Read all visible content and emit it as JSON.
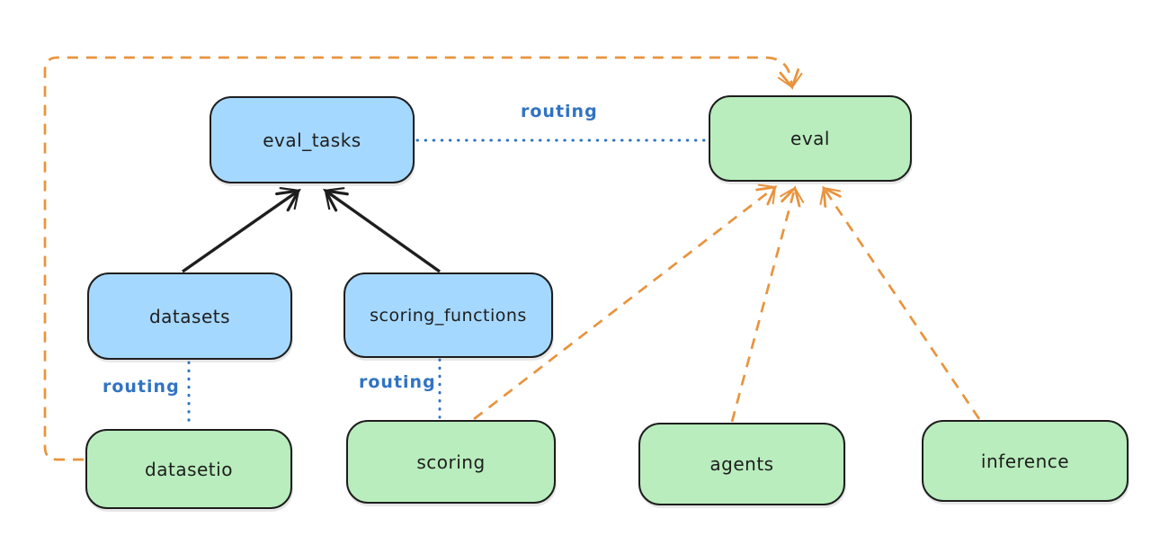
{
  "diagram": {
    "description": "Hand-drawn style architecture diagram showing eval-related APIs (blue) routed to provider implementations (green)",
    "colors": {
      "background": "#ffffff",
      "blue_node_fill": "#a5d8ff",
      "green_node_fill": "#b9edbd",
      "node_stroke": "#1e1e1e",
      "solid_arrow": "#1e1e1e",
      "dashed_arrow_orange": "#e8943e",
      "routing_label_blue": "#3173c2"
    },
    "nodes": [
      {
        "id": "eval_tasks",
        "label": "eval_tasks",
        "kind": "blue"
      },
      {
        "id": "eval",
        "label": "eval",
        "kind": "green"
      },
      {
        "id": "datasets",
        "label": "datasets",
        "kind": "blue"
      },
      {
        "id": "scoring_functions",
        "label": "scoring_functions",
        "kind": "blue"
      },
      {
        "id": "datasetio",
        "label": "datasetio",
        "kind": "green"
      },
      {
        "id": "scoring",
        "label": "scoring",
        "kind": "green"
      },
      {
        "id": "agents",
        "label": "agents",
        "kind": "green"
      },
      {
        "id": "inference",
        "label": "inference",
        "kind": "green"
      }
    ],
    "edge_labels": [
      {
        "id": "routing-eval-tasks-to-eval",
        "text": "routing"
      },
      {
        "id": "routing-datasets-to-datasetio",
        "text": "routing"
      },
      {
        "id": "routing-scoring-functions-to-scoring",
        "text": "routing"
      }
    ],
    "edges": [
      {
        "from": "datasets",
        "to": "eval_tasks",
        "style": "solid-black-arrow"
      },
      {
        "from": "scoring_functions",
        "to": "eval_tasks",
        "style": "solid-black-arrow"
      },
      {
        "from": "eval_tasks",
        "to": "eval",
        "style": "dotted-blue",
        "label": "routing"
      },
      {
        "from": "datasets",
        "to": "datasetio",
        "style": "dotted-blue",
        "label": "routing"
      },
      {
        "from": "scoring_functions",
        "to": "scoring",
        "style": "dotted-blue",
        "label": "routing"
      },
      {
        "from": "datasetio",
        "to": "eval",
        "style": "dashed-orange-arrow"
      },
      {
        "from": "scoring",
        "to": "eval",
        "style": "dashed-orange-arrow"
      },
      {
        "from": "agents",
        "to": "eval",
        "style": "dashed-orange-arrow"
      },
      {
        "from": "inference",
        "to": "eval",
        "style": "dashed-orange-arrow"
      }
    ]
  }
}
